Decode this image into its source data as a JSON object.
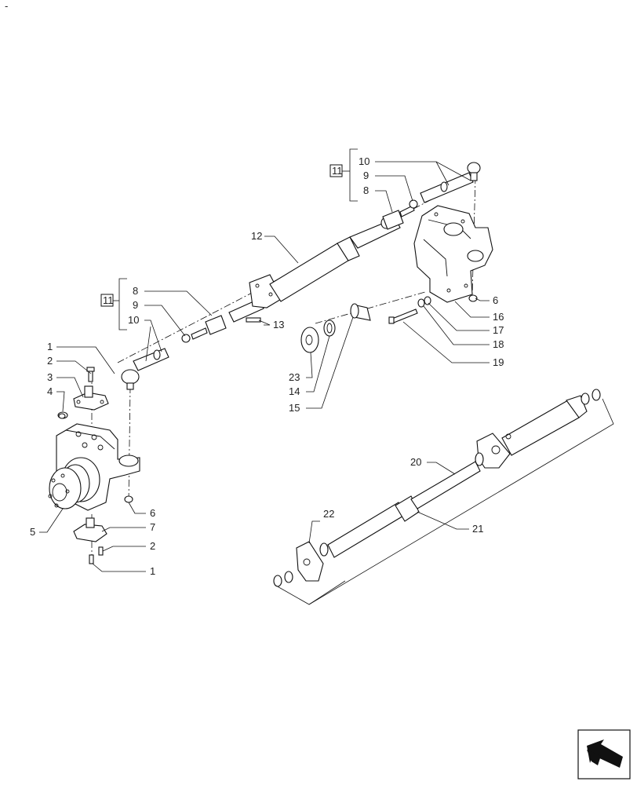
{
  "corner_mark": "-",
  "kit_labels": [
    "11",
    "11"
  ],
  "callouts": [
    {
      "id": "c1a",
      "text": "1"
    },
    {
      "id": "c2a",
      "text": "2"
    },
    {
      "id": "c3",
      "text": "3"
    },
    {
      "id": "c4",
      "text": "4"
    },
    {
      "id": "c5",
      "text": "5"
    },
    {
      "id": "c6a",
      "text": "6"
    },
    {
      "id": "c7",
      "text": "7"
    },
    {
      "id": "c2b",
      "text": "2"
    },
    {
      "id": "c1b",
      "text": "1"
    },
    {
      "id": "c8a",
      "text": "8"
    },
    {
      "id": "c9a",
      "text": "9"
    },
    {
      "id": "c10a",
      "text": "10"
    },
    {
      "id": "c12",
      "text": "12"
    },
    {
      "id": "c13",
      "text": "13"
    },
    {
      "id": "c23",
      "text": "23"
    },
    {
      "id": "c14",
      "text": "14"
    },
    {
      "id": "c15",
      "text": "15"
    },
    {
      "id": "c10b",
      "text": "10"
    },
    {
      "id": "c9b",
      "text": "9"
    },
    {
      "id": "c8b",
      "text": "8"
    },
    {
      "id": "c6b",
      "text": "6"
    },
    {
      "id": "c16",
      "text": "16"
    },
    {
      "id": "c17",
      "text": "17"
    },
    {
      "id": "c18",
      "text": "18"
    },
    {
      "id": "c19",
      "text": "19"
    },
    {
      "id": "c20",
      "text": "20"
    },
    {
      "id": "c21",
      "text": "21"
    },
    {
      "id": "c22",
      "text": "22"
    }
  ],
  "icons": {
    "nav": "next-page-arrow-icon"
  }
}
